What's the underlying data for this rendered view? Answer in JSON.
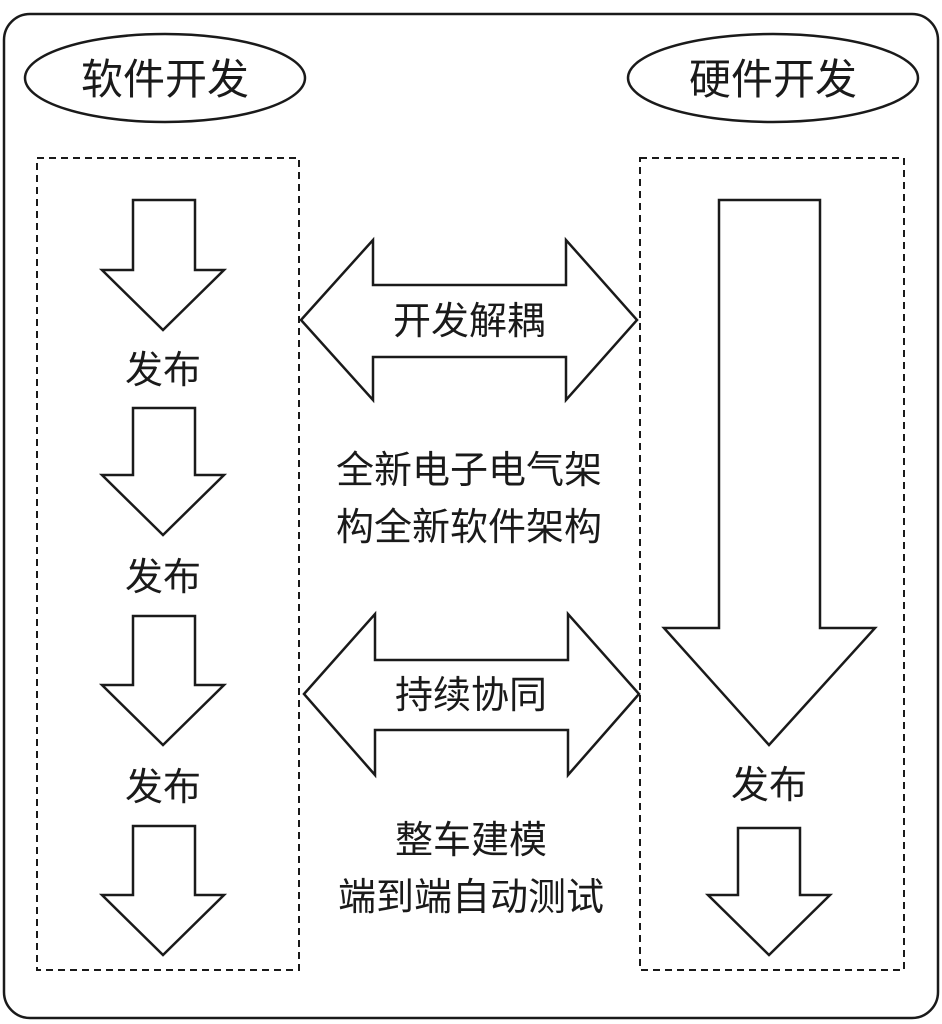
{
  "software": {
    "title": "软件开发",
    "release_labels": [
      "发布",
      "发布",
      "发布"
    ]
  },
  "hardware": {
    "title": "硬件开发",
    "release_label": "发布"
  },
  "middle": {
    "decouple_label": "开发解耦",
    "architecture_line1": "全新电子电气架",
    "architecture_line2": "构全新软件架构",
    "collab_label": "持续协同",
    "testing_line1": "整车建模",
    "testing_line2": "端到端自动测试"
  },
  "colors": {
    "stroke": "#1a1a1a",
    "fill": "#ffffff",
    "text": "#1a1a1a"
  }
}
